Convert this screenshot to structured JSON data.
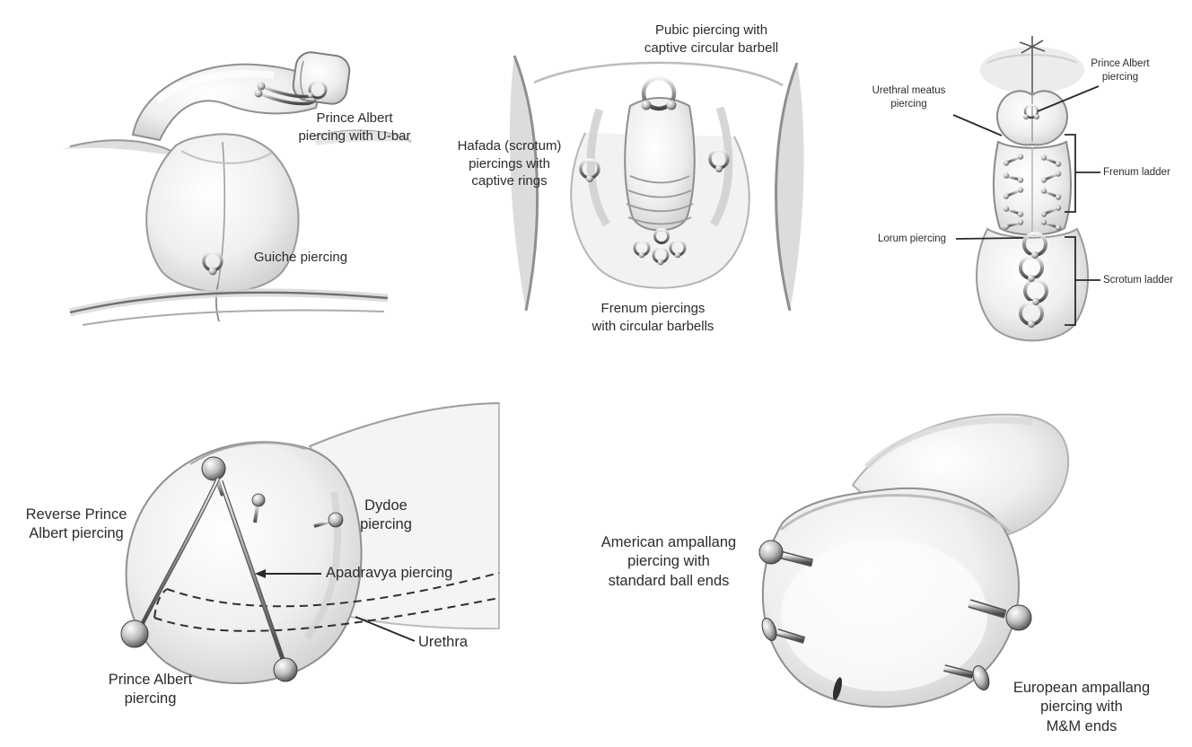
{
  "page": {
    "background": "#ffffff"
  },
  "colors": {
    "label_text": "#2c2c2c",
    "leader_line": "#2a2a2a",
    "illustration_ink": "#8a8a8a",
    "metal_dark": "#474747"
  },
  "panels": {
    "flaccid_side": {
      "name": "Flaccid side view illustration",
      "labels": {
        "prince_albert_ubar": "Prince Albert\npiercing with U-bar",
        "guiche": "Guiche piercing"
      }
    },
    "frontal": {
      "name": "Frontal view illustration",
      "labels": {
        "pubic": "Pubic piercing with\ncaptive circular barbell",
        "hafada": "Hafada (scrotum)\npiercings with\ncaptive rings",
        "frenum": "Frenum piercings\nwith circular barbells"
      }
    },
    "underside": {
      "name": "Underside view illustration",
      "labels": {
        "urethral_meatus": "Urethral meatus\npiercing",
        "prince_albert": "Prince Albert\npiercing",
        "frenum_ladder": "Frenum ladder",
        "lorum": "Lorum piercing",
        "scrotum_ladder": "Scrotum ladder"
      }
    },
    "glans_side": {
      "name": "Glans profile view illustration",
      "labels": {
        "reverse_prince_albert": "Reverse Prince\nAlbert piercing",
        "dydoe": "Dydoe\npiercing",
        "apadravya": "Apadravya piercing",
        "urethra": "Urethra",
        "prince_albert": "Prince Albert\npiercing"
      }
    },
    "ampallang": {
      "name": "Glans front view illustration",
      "labels": {
        "american": "American ampallang\npiercing with\nstandard ball ends",
        "european": "European ampallang\npiercing with\nM&M ends"
      }
    }
  }
}
